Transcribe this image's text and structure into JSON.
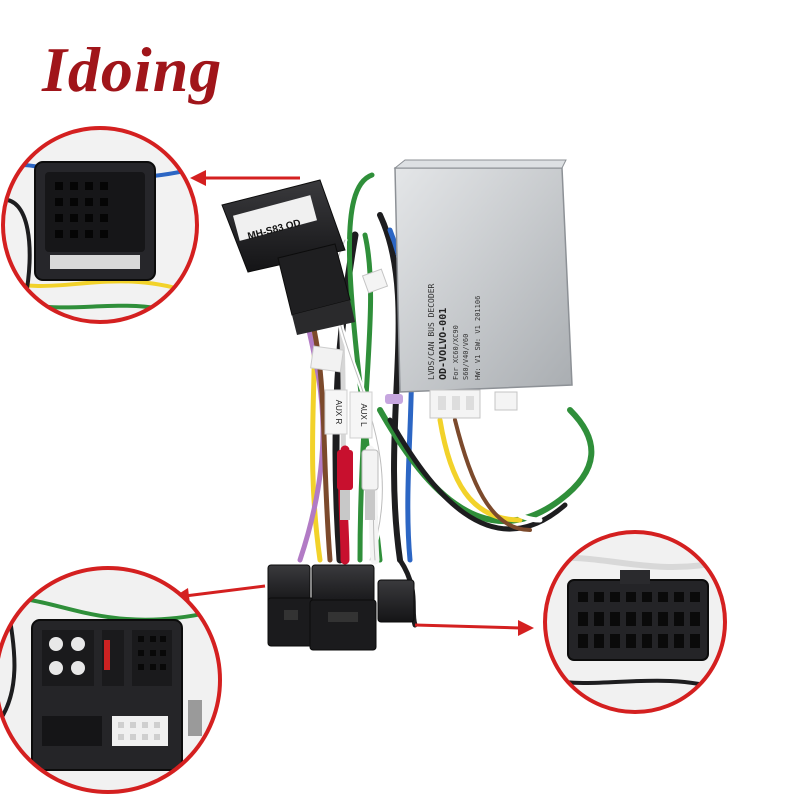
{
  "brand": {
    "text": "Idoing",
    "color": "#a0151a"
  },
  "decoder_box": {
    "line1": "LVDS/CAN BUS DECODER",
    "line2": "OD-VOLVO-001",
    "line3": "For XC60/XC90",
    "line4": "S60/V40/V60",
    "line5": "HW: V1 SW: V1 201106"
  },
  "connector_label": {
    "text": "MH-S83 OD"
  },
  "cable_labels": {
    "aux_r": "AUX R",
    "aux_l": "AUX L"
  },
  "colors": {
    "callout_border": "#d42020",
    "arrow": "#d42020",
    "connector_black": "#1c1c1e",
    "box_silver": "#c9ccd0"
  },
  "icons": {
    "arrow": "red-arrow",
    "callout": "magnifier-circle"
  }
}
